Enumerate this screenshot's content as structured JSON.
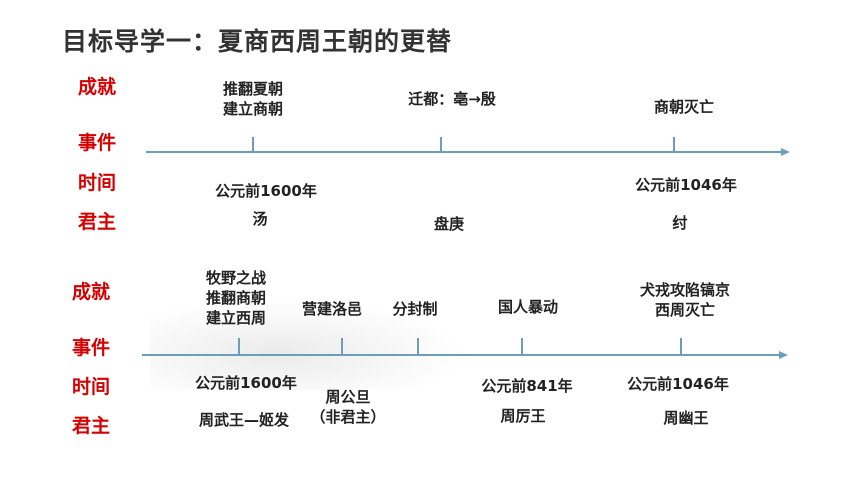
{
  "title": "目标导学一：夏商西周王朝的更替",
  "colors": {
    "label": "#d40000",
    "axis": "#6d9eb8",
    "text": "#222222"
  },
  "shang": {
    "labels": {
      "achievement": "成就",
      "event": "事件",
      "time": "时间",
      "ruler": "君主"
    },
    "events": [
      {
        "line1": "推翻夏朝",
        "line2": "建立商朝"
      },
      {
        "line1": "迁都：亳→殷",
        "line2": ""
      },
      {
        "line1": "商朝灭亡",
        "line2": ""
      }
    ],
    "times": [
      "公元前1600年",
      "公元前1046年"
    ],
    "rulers": [
      "汤",
      "盘庚",
      "纣"
    ]
  },
  "zhou": {
    "labels": {
      "achievement": "成就",
      "event": "事件",
      "time": "时间",
      "ruler": "君主"
    },
    "events": [
      {
        "line1": "牧野之战",
        "line2": "推翻商朝",
        "line3": "建立西周"
      },
      {
        "line1": "营建洛邑"
      },
      {
        "line1": "分封制"
      },
      {
        "line1": "国人暴动"
      },
      {
        "line1": "犬戎攻陷镐京",
        "line2": "西周灭亡"
      }
    ],
    "times": [
      "公元前1600年",
      "公元前841年",
      "公元前1046年"
    ],
    "rulers": [
      {
        "line1": "周武王—姬发"
      },
      {
        "line1": "周公旦",
        "line2": "（非君主）"
      },
      {
        "line1": "周厉王"
      },
      {
        "line1": "周幽王"
      }
    ]
  }
}
